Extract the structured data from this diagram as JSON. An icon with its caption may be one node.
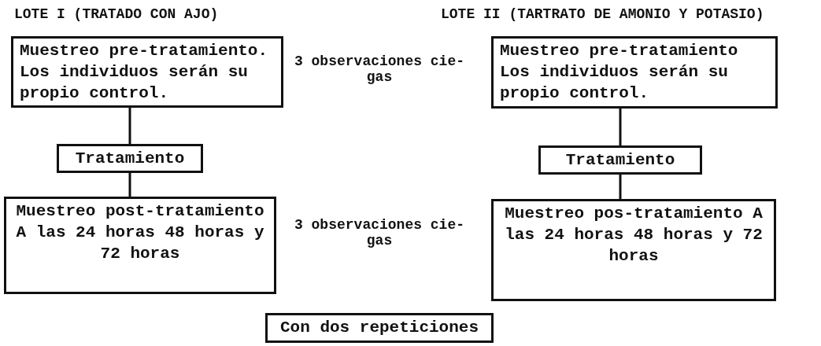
{
  "diagram": {
    "nodes": [
      {
        "text": [
          "Muestreo pre-tratamiento. Los individuos serán su propio control."
        ]
      },
      {
        "text": [
          "Tratamiento"
        ]
      },
      {
        "text": [
          "Muestreo post-tratamiento A las 24 horas 48 horas y 72 horas"
        ]
      },
      {
        "text": [
          "Muestreo pre-tratamiento Los individuos serán su propio control."
        ]
      },
      {
        "text": [
          "Tratamiento"
        ]
      },
      {
        "text": [
          "Muestreo pos-tratamiento A las 24 horas 48 horas y 72 horas"
        ]
      },
      {
        "text": [
          "Con dos repeticiones"
        ]
      }
    ],
    "edges": [
      {
        "from": 0,
        "to": 1,
        "arrow": "none"
      },
      {
        "from": 1,
        "to": 2,
        "arrow": "none"
      },
      {
        "from": 3,
        "to": 4,
        "arrow": "none"
      },
      {
        "from": 4,
        "to": 5,
        "arrow": "none"
      }
    ],
    "labels": [
      "LOTE I (TRATADO CON AJO)",
      "LOTE II (TARTRATO DE AMONIO Y POTASIO)",
      "3 observaciones cie- gas",
      "3 observaciones cie- gas"
    ]
  }
}
